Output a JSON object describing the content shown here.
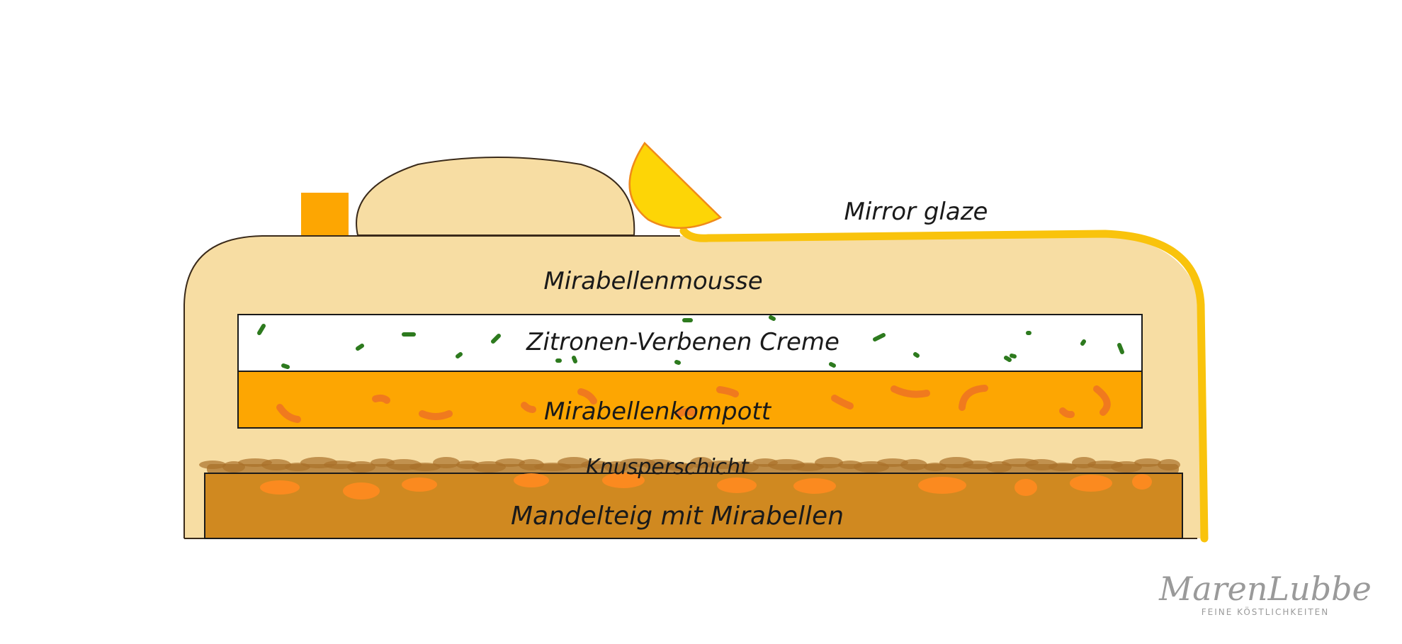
{
  "labels": {
    "glaze": "Mirror glaze",
    "mousse": "Mirabellenmousse",
    "creme": "Zitronen-Verbenen Creme",
    "kompott": "Mirabellenkompott",
    "knusper": "Knusperschicht",
    "teig": "Mandelteig mit Mirabellen"
  },
  "watermark": {
    "name": "MarenLubbe",
    "tagline": "FEINE KÖSTLICHKEITEN"
  },
  "colors": {
    "mousse": "#f7dda3",
    "glaze": "#f9c30c",
    "creme": "#ffffff",
    "creme_specks": "#2d7a1e",
    "kompott": "#fda602",
    "kompott_pieces": "#f07a1e",
    "knusper": "#a9702a",
    "teig": "#d08920",
    "teig_pieces": "#fb8a1f",
    "decor_cube": "#fda602",
    "decor_wedge": "#fdd506",
    "outline": "#3a2a1a"
  }
}
